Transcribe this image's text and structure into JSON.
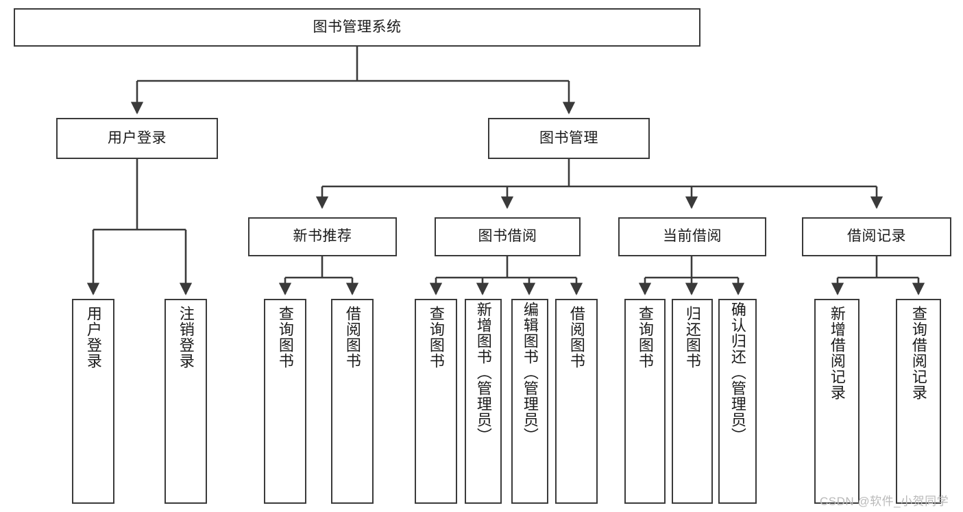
{
  "diagram": {
    "title_node": "图书管理系统",
    "type": "tree-hierarchy",
    "watermark": "CSDN @软件_小贺同学",
    "colors": {
      "stroke": "#3a3a3a",
      "fill": "#ffffff",
      "text": "#1a1a1a",
      "watermark": "#b9b9b9"
    },
    "nodes": {
      "root": {
        "label": "图书管理系统"
      },
      "level2": [
        {
          "id": "user-login",
          "label": "用户登录"
        },
        {
          "id": "book-manage",
          "label": "图书管理"
        }
      ],
      "level3": [
        {
          "id": "new-book-rec",
          "label": "新书推荐"
        },
        {
          "id": "book-borrow",
          "label": "图书借阅"
        },
        {
          "id": "current-borrow",
          "label": "当前借阅"
        },
        {
          "id": "borrow-record",
          "label": "借阅记录"
        }
      ],
      "leaves": {
        "user_login": [
          {
            "id": "leaf-user-login",
            "label": "用户登录"
          },
          {
            "id": "leaf-logout",
            "label": "注销登录"
          }
        ],
        "new_book_rec": [
          {
            "id": "leaf-query-book-1",
            "label": "查询图书"
          },
          {
            "id": "leaf-borrow-book-1",
            "label": "借阅图书"
          }
        ],
        "book_borrow": [
          {
            "id": "leaf-query-book-2",
            "label": "查询图书"
          },
          {
            "id": "leaf-add-book",
            "label": "新增图书（管理员）"
          },
          {
            "id": "leaf-edit-book",
            "label": "编辑图书（管理员）"
          },
          {
            "id": "leaf-borrow-book-2",
            "label": "借阅图书"
          }
        ],
        "current_borrow": [
          {
            "id": "leaf-query-book-3",
            "label": "查询图书"
          },
          {
            "id": "leaf-return-book",
            "label": "归还图书"
          },
          {
            "id": "leaf-confirm-return",
            "label": "确认归还（管理员）"
          }
        ],
        "borrow_record": [
          {
            "id": "leaf-add-record",
            "label": "新增借阅记录"
          },
          {
            "id": "leaf-query-record",
            "label": "查询借阅记录"
          }
        ]
      }
    }
  }
}
